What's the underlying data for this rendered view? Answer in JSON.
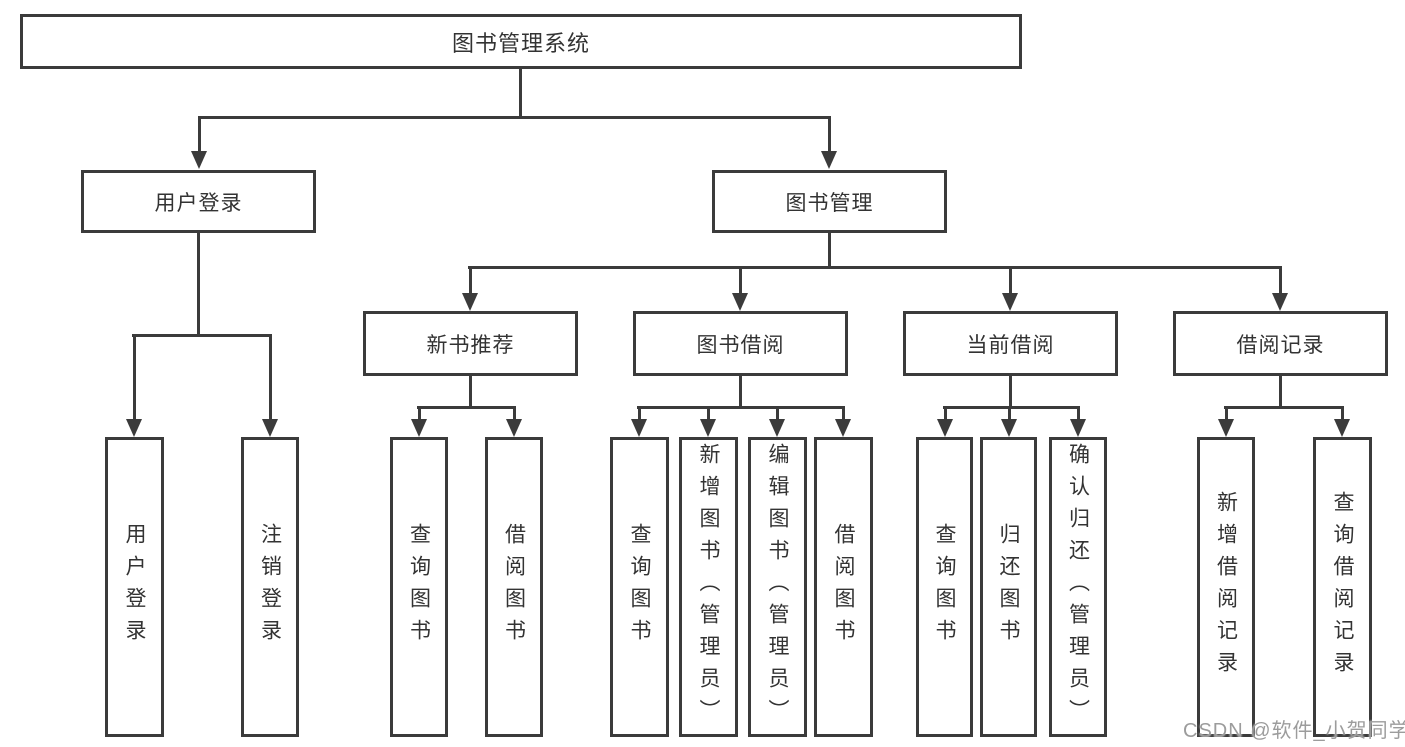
{
  "nodes": {
    "root": "图书管理系统",
    "user_login": "用户登录",
    "book_mgmt": "图书管理",
    "new_book_rec": "新书推荐",
    "book_borrow": "图书借阅",
    "current_borrow": "当前借阅",
    "borrow_record": "借阅记录",
    "leaf_user_login": "用户登录",
    "leaf_logout": "注销登录",
    "leaf_rec_query": "查询图书",
    "leaf_rec_borrow": "借阅图书",
    "leaf_bor_query": "查询图书",
    "leaf_bor_add": "新增图书（管理员）",
    "leaf_bor_edit": "编辑图书（管理员）",
    "leaf_bor_borrow": "借阅图书",
    "leaf_cur_query": "查询图书",
    "leaf_cur_return": "归还图书",
    "leaf_cur_confirm": "确认归还（管理员）",
    "leaf_record_add": "新增借阅记录",
    "leaf_record_query": "查询借阅记录"
  },
  "hierarchy": {
    "图书管理系统": {
      "用户登录": [
        "用户登录",
        "注销登录"
      ],
      "图书管理": {
        "新书推荐": [
          "查询图书",
          "借阅图书"
        ],
        "图书借阅": [
          "查询图书",
          "新增图书（管理员）",
          "编辑图书（管理员）",
          "借阅图书"
        ],
        "当前借阅": [
          "查询图书",
          "归还图书",
          "确认归还（管理员）"
        ],
        "借阅记录": [
          "新增借阅记录",
          "查询借阅记录"
        ]
      }
    }
  },
  "watermark": "CSDN @软件_小贺同学",
  "colors": {
    "line": "#3b3b3b",
    "text": "#333333",
    "background": "#ffffff",
    "watermark": "#9c9c9c"
  }
}
